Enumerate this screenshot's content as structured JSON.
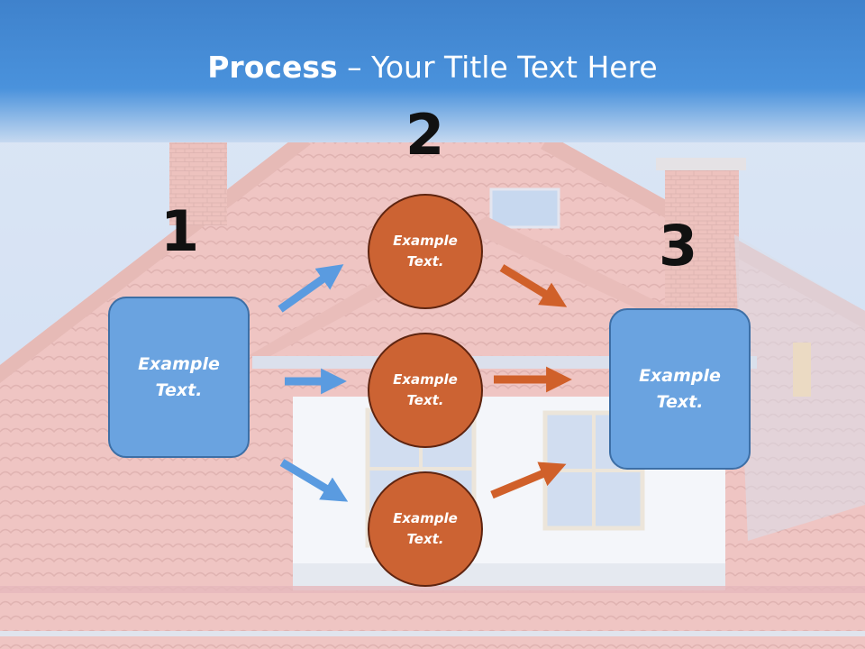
{
  "title": {
    "bold": "Process",
    "rest": " – Your Title Text Here"
  },
  "steps": [
    {
      "number": "1"
    },
    {
      "number": "2"
    },
    {
      "number": "3"
    }
  ],
  "input_box": {
    "text": "Example\nText."
  },
  "circles": [
    {
      "text": "Example\nText."
    },
    {
      "text": "Example\nText."
    },
    {
      "text": "Example\nText."
    }
  ],
  "output_box": {
    "text": "Example\nText."
  },
  "colors": {
    "header": "#4a8fd6",
    "box_fill": "#6aa3e0",
    "circle_fill": "#cc6333",
    "arrow_blue": "#5a9be0",
    "arrow_orange": "#d0602a"
  }
}
